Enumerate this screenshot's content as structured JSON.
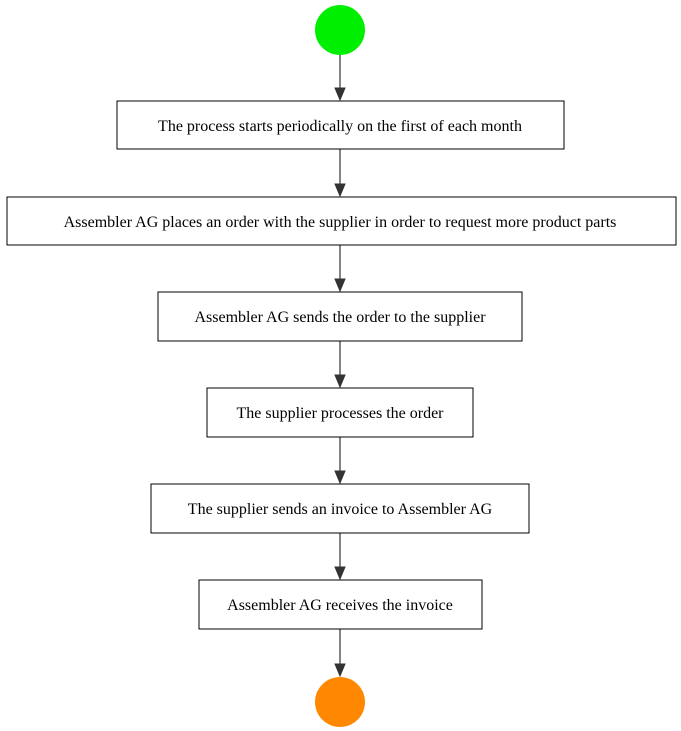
{
  "colors": {
    "start": "#00ee00",
    "end": "#ff8800",
    "box_border": "#000000",
    "arrow": "#333333"
  },
  "nodes": [
    {
      "id": "start",
      "kind": "start-event"
    },
    {
      "id": "step-1",
      "kind": "activity",
      "label": "The process starts periodically on the first of each month"
    },
    {
      "id": "step-2",
      "kind": "activity",
      "label": "Assembler AG places an order with the supplier in order to request more product parts"
    },
    {
      "id": "step-3",
      "kind": "activity",
      "label": "Assembler AG sends the order to the supplier"
    },
    {
      "id": "step-4",
      "kind": "activity",
      "label": "The supplier processes the order"
    },
    {
      "id": "step-5",
      "kind": "activity",
      "label": "The supplier sends an invoice to Assembler AG"
    },
    {
      "id": "step-6",
      "kind": "activity",
      "label": "Assembler AG receives the invoice"
    },
    {
      "id": "end",
      "kind": "end-event"
    }
  ],
  "edges": [
    {
      "from": "start",
      "to": "step-1"
    },
    {
      "from": "step-1",
      "to": "step-2"
    },
    {
      "from": "step-2",
      "to": "step-3"
    },
    {
      "from": "step-3",
      "to": "step-4"
    },
    {
      "from": "step-4",
      "to": "step-5"
    },
    {
      "from": "step-5",
      "to": "step-6"
    },
    {
      "from": "step-6",
      "to": "end"
    }
  ]
}
